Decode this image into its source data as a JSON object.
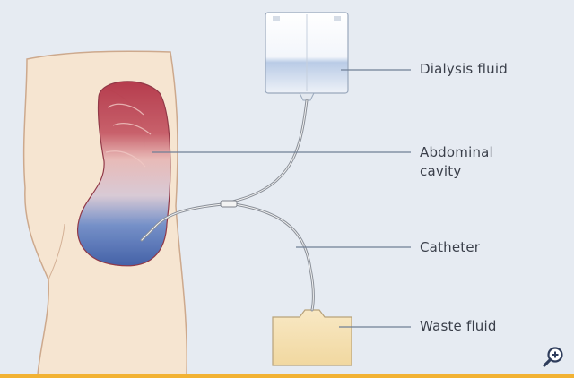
{
  "diagram": {
    "labels": {
      "dialysis_fluid": "Dialysis fluid",
      "abdominal_cavity": "Abdominal\ncavity",
      "catheter": "Catheter",
      "waste_fluid": "Waste fluid"
    },
    "colors": {
      "background": "#e6ebf2",
      "skin": "#f7e6d2",
      "fresh_fluid_red": "#b43c4c",
      "waste_fluid_blue": "#3f62a8",
      "bag_fluid": "#f4dfb0",
      "leader_line": "#6f7f96",
      "footer_accent": "#f2b233"
    },
    "icons": {
      "zoom": "magnifier-plus-icon"
    }
  }
}
